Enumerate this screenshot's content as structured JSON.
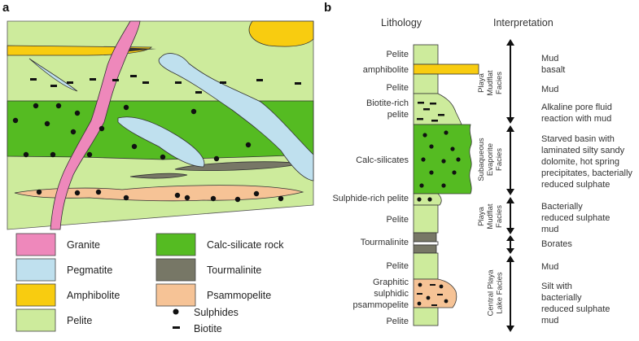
{
  "panel_a": {
    "label": "a",
    "legend": [
      {
        "key": "granite",
        "label": "Granite",
        "color": "#ee88bb"
      },
      {
        "key": "pegmatite",
        "label": "Pegmatite",
        "color": "#bfe0ee"
      },
      {
        "key": "amphibolite",
        "label": "Amphibolite",
        "color": "#f8cc10"
      },
      {
        "key": "pelite",
        "label": "Pelite",
        "color": "#cdeb9c"
      },
      {
        "key": "calc_silicate",
        "label": "Calc-silicate rock",
        "color": "#55bb22"
      },
      {
        "key": "tourmalinite",
        "label": "Tourmalinite",
        "color": "#777766"
      },
      {
        "key": "psammopelite",
        "label": "Psammopelite",
        "color": "#f6c396"
      },
      {
        "key": "sulphides",
        "label": "Sulphides"
      },
      {
        "key": "biotite",
        "label": "Biotite"
      }
    ]
  },
  "panel_b": {
    "label": "b",
    "header_lithology": "Lithology",
    "header_interpretation": "Interpretation",
    "lithology_labels": [
      {
        "key": "pelite1",
        "lines": [
          "Pelite"
        ]
      },
      {
        "key": "amphibolite",
        "lines": [
          "amphibolite"
        ]
      },
      {
        "key": "pelite2",
        "lines": [
          "Pelite"
        ]
      },
      {
        "key": "biotite_pelite",
        "lines": [
          "Biotite-rich",
          "pelite"
        ]
      },
      {
        "key": "calc",
        "lines": [
          "Calc-silicates"
        ]
      },
      {
        "key": "sulphide_pelite",
        "lines": [
          "Sulphide-rich pelite"
        ]
      },
      {
        "key": "pelite3",
        "lines": [
          "Pelite"
        ]
      },
      {
        "key": "tourmalinite",
        "lines": [
          "Tourmalinite"
        ]
      },
      {
        "key": "pelite4",
        "lines": [
          "Pelite"
        ]
      },
      {
        "key": "graphitic",
        "lines": [
          "Graphitic",
          "sulphidic",
          "psammopelite"
        ]
      },
      {
        "key": "pelite5",
        "lines": [
          "Pelite"
        ]
      }
    ],
    "facies": [
      {
        "key": "playa1",
        "lines": [
          "Playa",
          "Mudflat",
          "Facies"
        ]
      },
      {
        "key": "evaporite",
        "lines": [
          "Subaqueous",
          "Evaporite",
          "Facies"
        ]
      },
      {
        "key": "playa2",
        "lines": [
          "Playa",
          "Mudflat",
          "Facies"
        ]
      },
      {
        "key": "lake",
        "lines": [
          "Central Playa",
          "Lake Facies"
        ]
      }
    ],
    "interpretations": [
      {
        "key": "mud_basalt",
        "lines": [
          "Mud",
          "basalt"
        ]
      },
      {
        "key": "mud1",
        "lines": [
          "Mud"
        ]
      },
      {
        "key": "alkaline",
        "lines": [
          "Alkaline pore fluid",
          "reaction with mud"
        ]
      },
      {
        "key": "starved",
        "lines": [
          "Starved basin with",
          "laminated silty sandy",
          "dolomite, hot spring",
          "precipitates, bacterially",
          "reduced sulphate"
        ]
      },
      {
        "key": "bacterial",
        "lines": [
          "Bacterially",
          "reduced sulphate",
          "mud"
        ]
      },
      {
        "key": "borates",
        "lines": [
          "Borates"
        ]
      },
      {
        "key": "mud2",
        "lines": [
          "Mud"
        ]
      },
      {
        "key": "silt",
        "lines": [
          "Silt with",
          "bacterially",
          "reduced sulphate",
          "mud"
        ]
      }
    ]
  }
}
